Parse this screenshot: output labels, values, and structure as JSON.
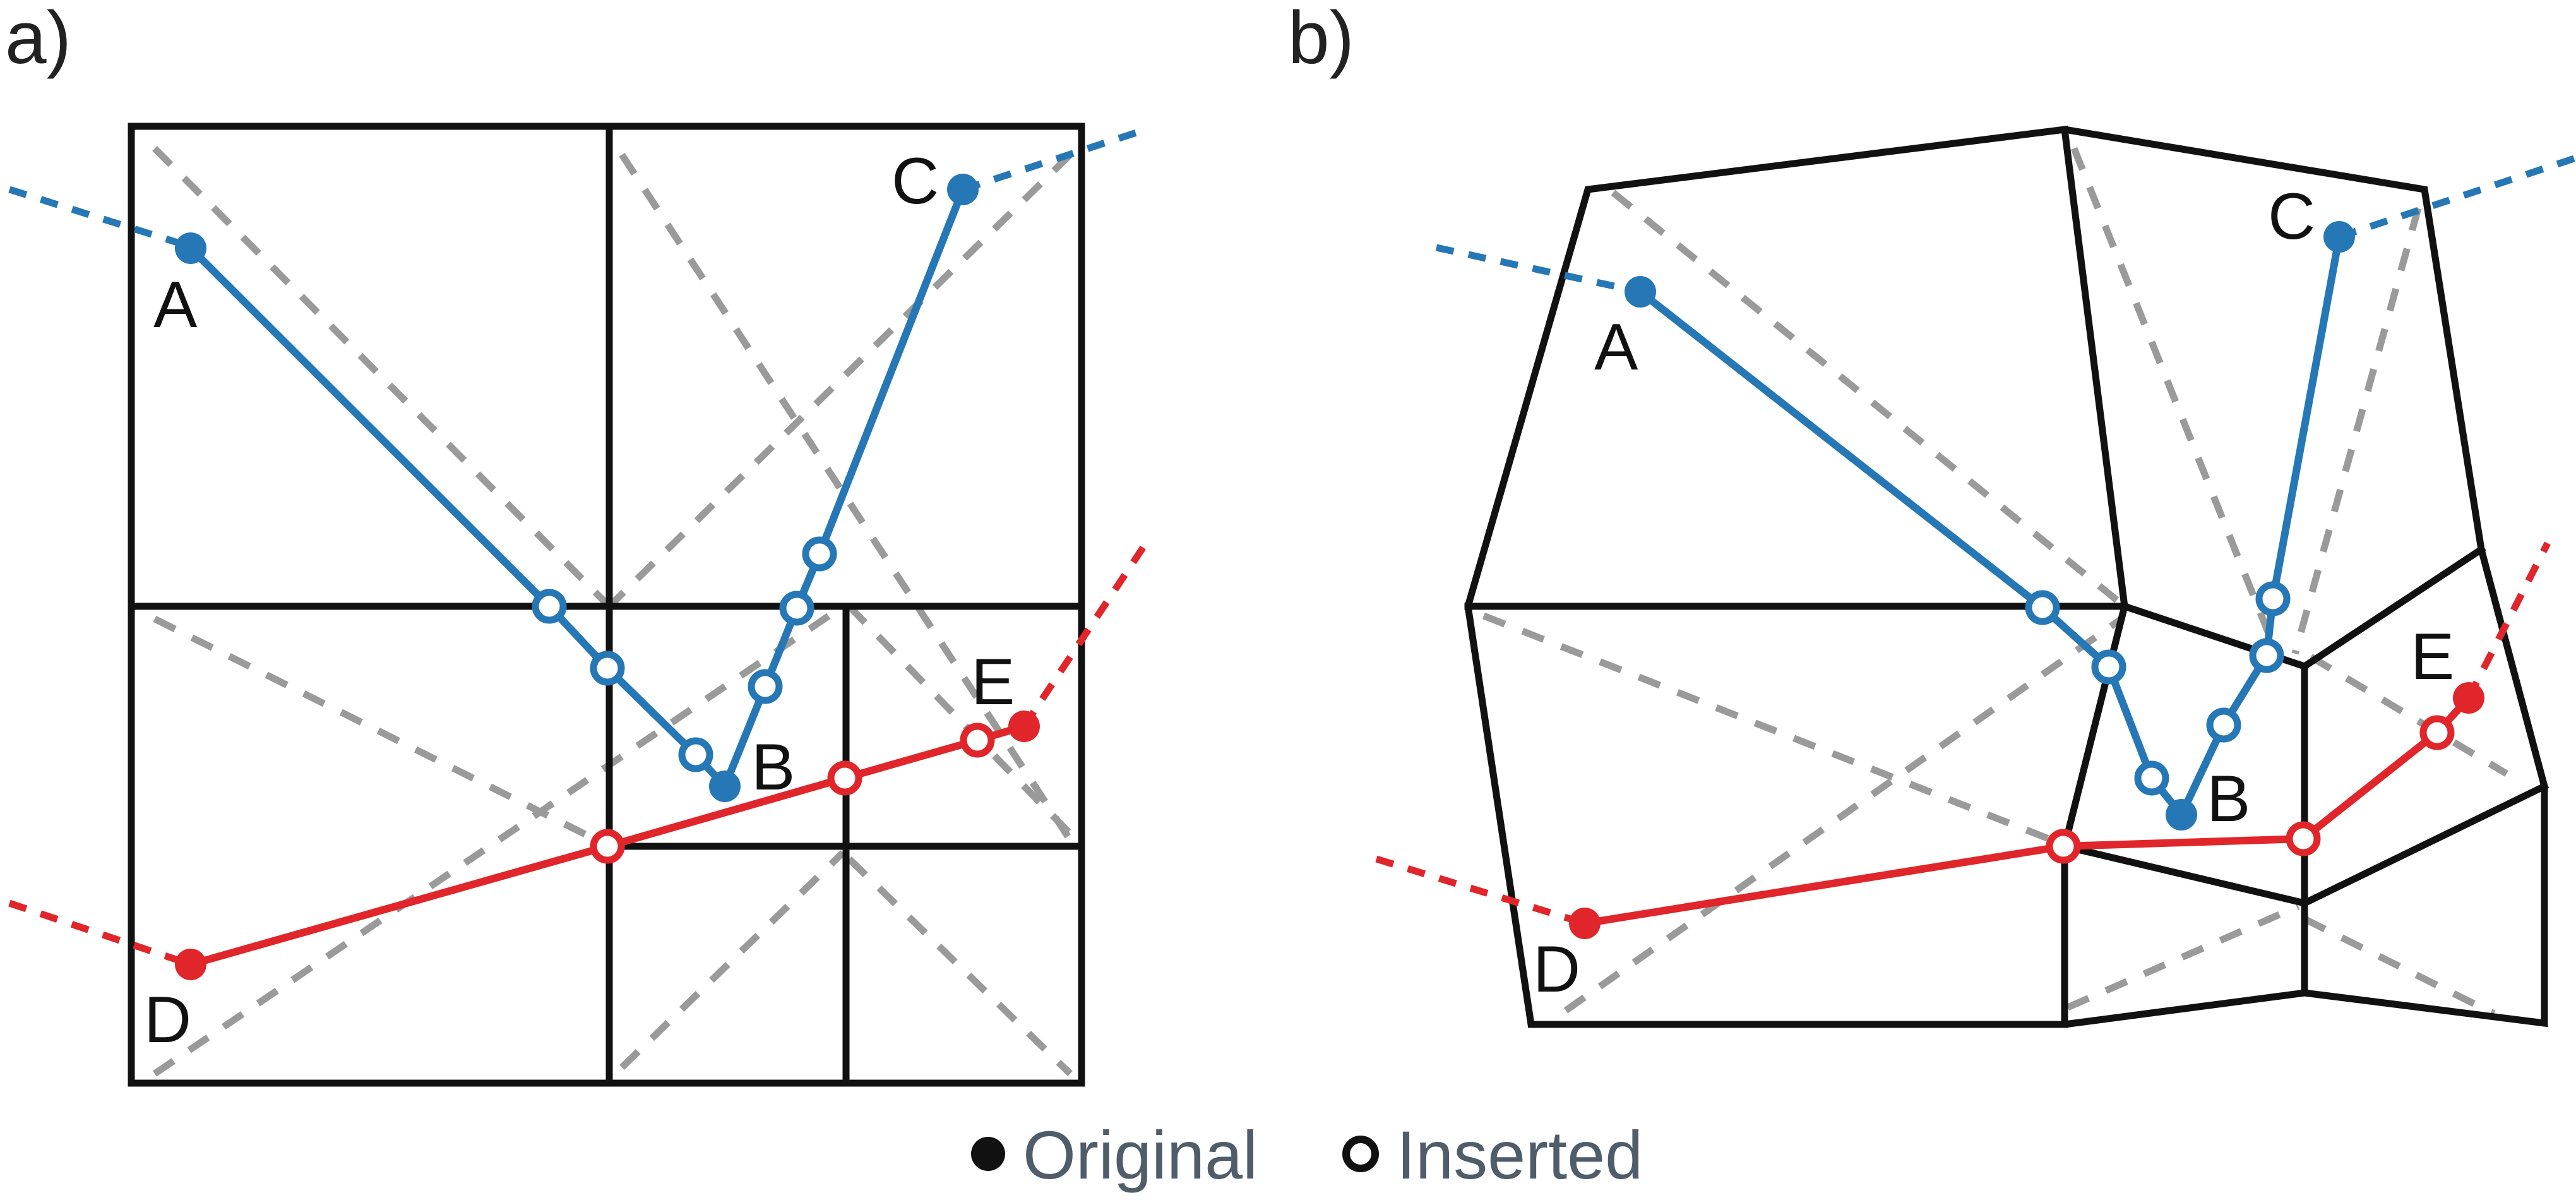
{
  "panels": [
    {
      "label": "a)"
    },
    {
      "label": "b)"
    }
  ],
  "point_labels": {
    "A": "A",
    "B": "B",
    "C": "C",
    "D": "D",
    "E": "E"
  },
  "legend": {
    "original": "Original",
    "inserted": "Inserted"
  },
  "colors": {
    "blue_path": "#2577b5",
    "red_path": "#e0262a",
    "grid": "#111111",
    "diagonals": "#9a9a9a",
    "legend_text": "#4f5d6b"
  },
  "point_kinds": {
    "filled": "original",
    "hollow": "inserted"
  }
}
